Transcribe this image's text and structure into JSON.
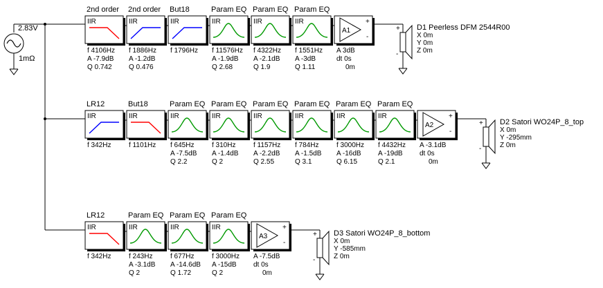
{
  "source": {
    "voltage": "2.83V",
    "resistance": "1mΩ"
  },
  "colors": {
    "line": "#000000",
    "lowpass": "#ff0000",
    "highpass": "#0000ff",
    "eq": "#009900",
    "driver1": "#ff0000",
    "driver2": "#008000",
    "driver3": "#0000ff"
  },
  "rows": [
    {
      "blocks": [
        {
          "type": "lowpass",
          "title": "2nd order",
          "tag": "IIR",
          "params": [
            "f   4106Hz",
            "A   -7.9dB",
            "Q  0.742"
          ]
        },
        {
          "type": "highpass",
          "title": "2nd order",
          "tag": "IIR",
          "params": [
            "f   1886Hz",
            "A   -1.2dB",
            "Q  0.476"
          ]
        },
        {
          "type": "highpass",
          "title": "But18",
          "tag": "IIR",
          "params": [
            "f   1796Hz"
          ]
        },
        {
          "type": "eq",
          "title": "Param EQ",
          "tag": "IIR",
          "params": [
            "f   11576Hz",
            "A   -1.9dB",
            "Q  2.68"
          ]
        },
        {
          "type": "eq",
          "title": "Param EQ",
          "tag": "IIR",
          "params": [
            "f   4322Hz",
            "A   -2.1dB",
            "Q  1.9"
          ]
        },
        {
          "type": "eq",
          "title": "Param EQ",
          "tag": "IIR",
          "params": [
            "f   1551Hz",
            "A   -3dB",
            "Q  1.11"
          ]
        }
      ],
      "amp": {
        "label": "A1",
        "plus": "+",
        "minus": "-",
        "params": [
          "A   3dB",
          "dt  0s",
          "0m"
        ]
      },
      "driver": {
        "name": "D1 Peerless DFM 2544R00",
        "coords": [
          "X  0m",
          "Y  0m",
          "Z  0m"
        ],
        "plus": "+",
        "minus": "-"
      }
    },
    {
      "blocks": [
        {
          "type": "highpass",
          "title": "LR12",
          "tag": "IIR",
          "params": [
            "f   342Hz"
          ]
        },
        {
          "type": "lowpass",
          "title": "But18",
          "tag": "IIR",
          "params": [
            "f   1101Hz"
          ]
        },
        {
          "type": "eq",
          "title": "Param EQ",
          "tag": "IIR",
          "params": [
            "f   645Hz",
            "A   -7.5dB",
            "Q  2.2"
          ]
        },
        {
          "type": "eq",
          "title": "Param EQ",
          "tag": "IIR",
          "params": [
            "f   310Hz",
            "A   -1.4dB",
            "Q  2"
          ]
        },
        {
          "type": "eq",
          "title": "Param EQ",
          "tag": "IIR",
          "params": [
            "f   1157Hz",
            "A   -2.2dB",
            "Q  2.55"
          ]
        },
        {
          "type": "eq",
          "title": "Param EQ",
          "tag": "IIR",
          "params": [
            "f   784Hz",
            "A   -1.5dB",
            "Q  3.1"
          ]
        },
        {
          "type": "eq",
          "title": "Param EQ",
          "tag": "IIR",
          "params": [
            "f   3000Hz",
            "A   -16dB",
            "Q  6.15"
          ]
        },
        {
          "type": "eq",
          "title": "Param EQ",
          "tag": "IIR",
          "params": [
            "f   4432Hz",
            "A   -19dB",
            "Q  2.1"
          ]
        }
      ],
      "amp": {
        "label": "A2",
        "plus": "+",
        "minus": "-",
        "params": [
          "A   -3.1dB",
          "dt  0s",
          "0m"
        ]
      },
      "driver": {
        "name": "D2 Satori WO24P_8_top",
        "coords": [
          "X  0m",
          "Y  -295mm",
          "Z  0m"
        ],
        "plus": "+",
        "minus": "-"
      }
    },
    {
      "blocks": [
        {
          "type": "lowpass",
          "title": "LR12",
          "tag": "IIR",
          "params": [
            "f   342Hz"
          ]
        },
        {
          "type": "eq",
          "title": "Param EQ",
          "tag": "IIR",
          "params": [
            "f   243Hz",
            "A   -3.1dB",
            "Q  2"
          ]
        },
        {
          "type": "eq",
          "title": "Param EQ",
          "tag": "IIR",
          "params": [
            "f   677Hz",
            "A   -14.6dB",
            "Q  1.72"
          ]
        },
        {
          "type": "eq",
          "title": "Param EQ",
          "tag": "IIR",
          "params": [
            "f   3000Hz",
            "A   -15dB",
            "Q  2"
          ]
        }
      ],
      "amp": {
        "label": "A3",
        "plus": "+",
        "minus": "-",
        "params": [
          "A   -7.5dB",
          "dt  0s",
          "0m"
        ]
      },
      "driver": {
        "name": "D3 Satori WO24P_8_bottom",
        "coords": [
          "X  0m",
          "Y  -585mm",
          "Z  0m"
        ],
        "plus": "+",
        "minus": "-"
      }
    }
  ]
}
